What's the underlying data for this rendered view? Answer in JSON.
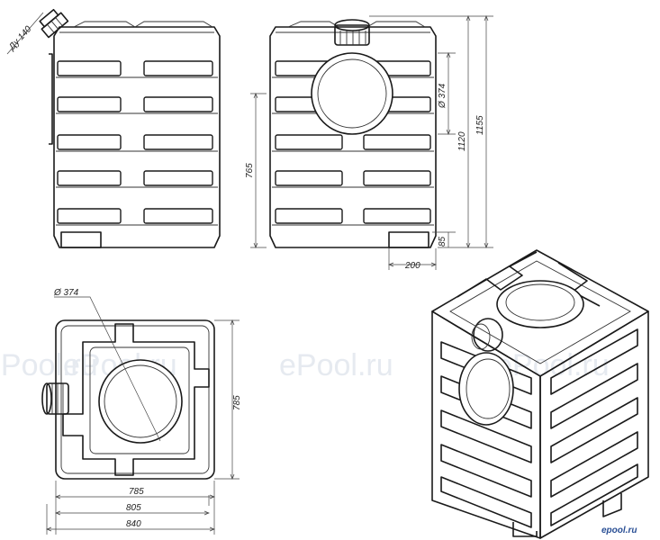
{
  "watermarks": [
    "ePool.ru",
    "ePool.ru",
    "ePool.ru",
    "ePool.ru",
    "ePool.ru"
  ],
  "logo": "epool.ru",
  "dimensions": {
    "inlet_label": "Ду 140",
    "diameter_side": "Ø 374",
    "height_total": "1155",
    "height_body": "1120",
    "height_inlet": "765",
    "foot_height": "85",
    "foot_width": "200",
    "diameter_top": "Ø 374",
    "depth_top": "785",
    "width_inner": "785",
    "width_mid": "805",
    "width_outer": "840"
  },
  "colors": {
    "line": "#1a1a1a",
    "watermark": "#e6eaf0",
    "logo": "#2a4f95"
  }
}
